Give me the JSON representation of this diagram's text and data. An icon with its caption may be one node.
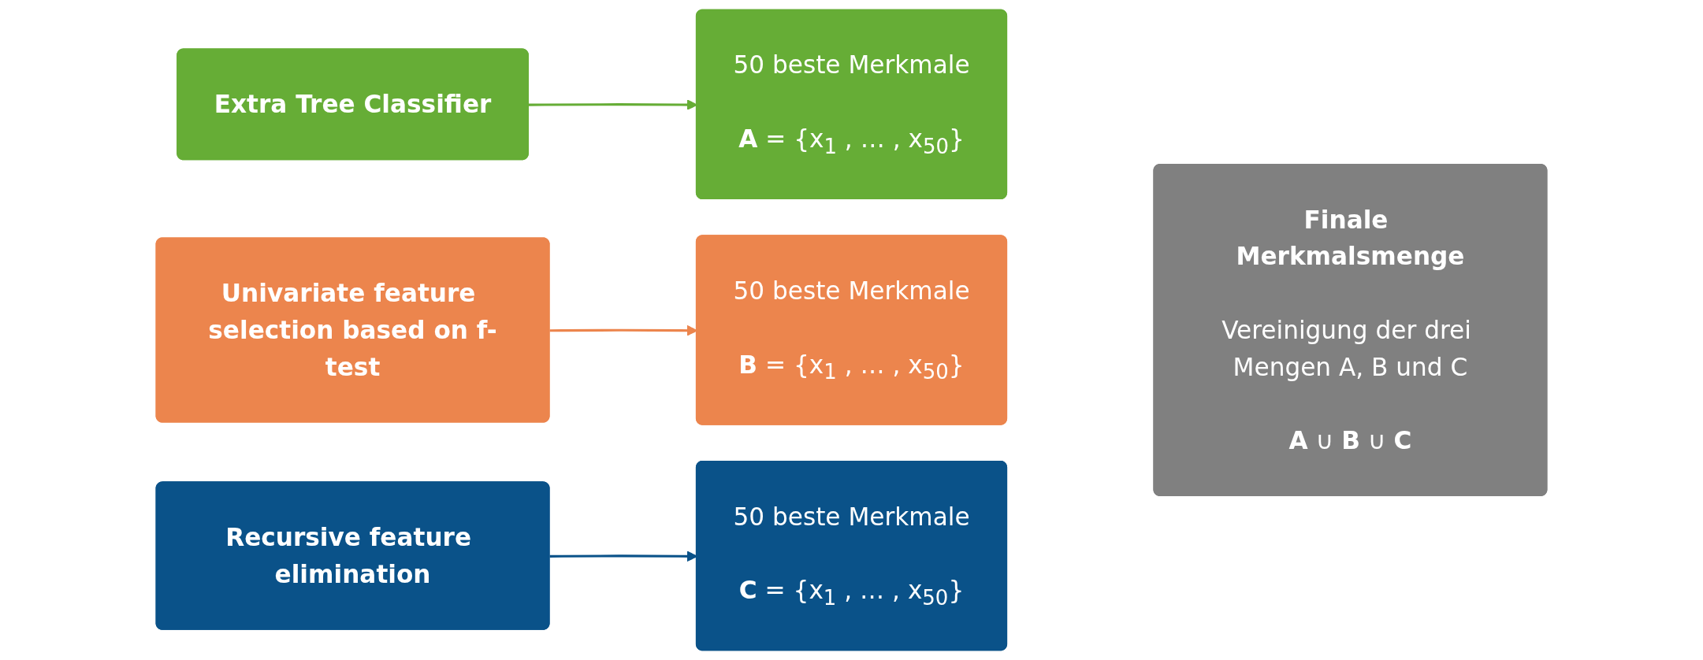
{
  "diagram": {
    "nodes": [
      {
        "text": [
          "Extra Tree Classifier"
        ]
      },
      {
        "text": [
          "50 beste Merkmale",
          "**A** = {x$_{1}$ , … , x$_{50}$}"
        ]
      },
      {
        "text": [
          "Univariate feature selection based on f-test"
        ]
      },
      {
        "text": [
          "50 beste Merkmale",
          "**B** = {x$_{1}$ , … , x$_{50}$}"
        ]
      },
      {
        "text": [
          "Recursive feature elimination"
        ]
      },
      {
        "text": [
          "50 beste Merkmale",
          "**C** = {x$_{1}$ , … , x$_{50}$}"
        ]
      },
      {
        "text": [
          "Finale Merkmalsmenge",
          "Vereinigung der drei Mengen A, B und C",
          "**A** ∪ **B** ∪ **C**"
        ]
      }
    ],
    "edges": [
      {
        "from": 0,
        "to": 1,
        "arrow": "to",
        "color": "#66ad36"
      },
      {
        "from": 2,
        "to": 3,
        "arrow": "to",
        "color": "#ec854d"
      },
      {
        "from": 4,
        "to": 5,
        "arrow": "to",
        "color": "#0a5289"
      }
    ]
  }
}
